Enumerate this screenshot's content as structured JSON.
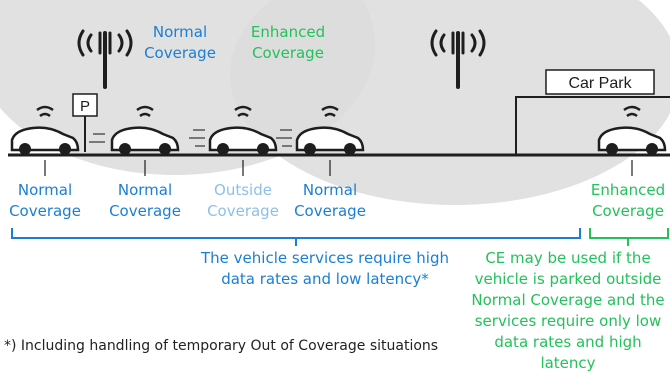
{
  "colors": {
    "blue": "#1a7fd4",
    "light_blue": "#8cc0ea",
    "green": "#22c25a",
    "coverage_fill": "#dcdcdc",
    "road": "#1e1e1e"
  },
  "cells": {
    "normal_label": [
      "Normal",
      "Coverage"
    ],
    "enhanced_label": [
      "Enhanced",
      "Coverage"
    ]
  },
  "car_park": {
    "label": "Car Park"
  },
  "parking_sign": {
    "letter": "P"
  },
  "car_labels": [
    {
      "line1": "Normal",
      "line2": "Coverage",
      "color": "blue"
    },
    {
      "line1": "Normal",
      "line2": "Coverage",
      "color": "blue"
    },
    {
      "line1": "Outside",
      "line2": "Coverage",
      "color": "light_blue"
    },
    {
      "line1": "Normal",
      "line2": "Coverage",
      "color": "blue"
    },
    {
      "line1": "Enhanced",
      "line2": "Coverage",
      "color": "green"
    }
  ],
  "notes": {
    "blue_brace": "The vehicle services require high\ndata rates and low latency*",
    "green_brace": "CE may be used if the\nvehicle is parked outside\nNormal Coverage and the\nservices require only low\ndata rates and high latency",
    "footnote": "*) Including handling of temporary Out of Coverage situations"
  },
  "icons": [
    "cell-tower-icon",
    "cell-tower-icon",
    "car-icon",
    "wifi-icon",
    "parking-sign-icon"
  ]
}
